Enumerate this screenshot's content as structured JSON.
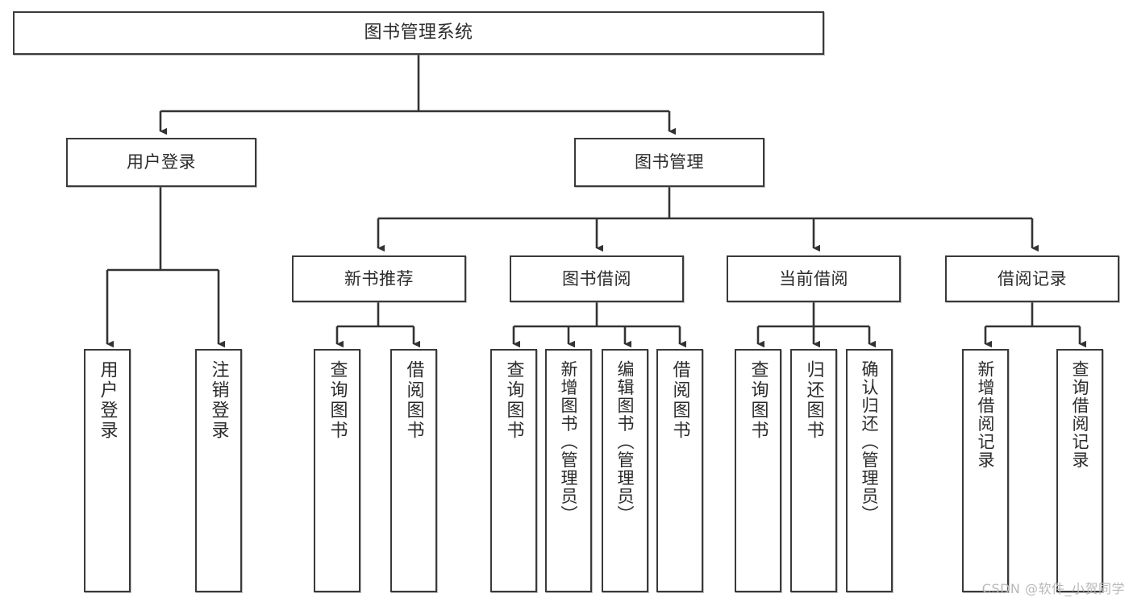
{
  "diagram": {
    "title": "图书管理系统",
    "type": "tree-hierarchy-diagram",
    "watermark": "CSDN @软件_小贺同学",
    "colors": {
      "background": "#ffffff",
      "box_border": "#3a3a3a",
      "box_fill": "#ffffff",
      "text": "#2b2b2b",
      "connector": "#333333",
      "watermark": "#b9b9b9"
    },
    "levels": {
      "root": "图书管理系统",
      "level2": [
        "用户登录",
        "图书管理"
      ],
      "level3": [
        "新书推荐",
        "图书借阅",
        "当前借阅",
        "借阅记录"
      ]
    }
  },
  "nodes": {
    "root": {
      "label": "图书管理系统"
    },
    "user_login": {
      "label": "用户登录"
    },
    "book_manage": {
      "label": "图书管理"
    },
    "new_book_rec": {
      "label": "新书推荐"
    },
    "book_borrow": {
      "label": "图书借阅"
    },
    "current_borrow": {
      "label": "当前借阅"
    },
    "borrow_record": {
      "label": "借阅记录"
    },
    "leaf_user_login": {
      "label": "用户登录"
    },
    "leaf_logout": {
      "label": "注销登录"
    },
    "leaf_query_book_1": {
      "label": "查询图书"
    },
    "leaf_borrow_book_1": {
      "label": "借阅图书"
    },
    "leaf_query_book_2": {
      "label": "查询图书"
    },
    "leaf_add_book": {
      "label": "新增图书（管理员）"
    },
    "leaf_edit_book": {
      "label": "编辑图书（管理员）"
    },
    "leaf_borrow_book_2": {
      "label": "借阅图书"
    },
    "leaf_query_book_3": {
      "label": "查询图书"
    },
    "leaf_return_book": {
      "label": "归还图书"
    },
    "leaf_confirm_return": {
      "label": "确认归还（管理员）"
    },
    "leaf_add_record": {
      "label": "新增借阅记录"
    },
    "leaf_query_record": {
      "label": "查询借阅记录"
    }
  }
}
